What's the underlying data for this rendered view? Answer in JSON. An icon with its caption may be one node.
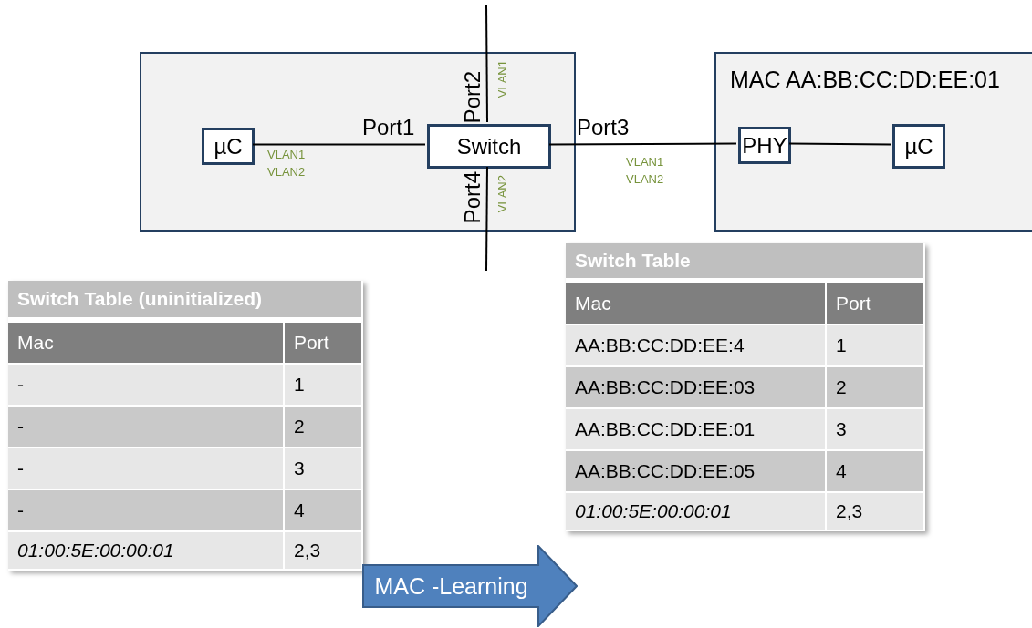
{
  "diagram": {
    "nodes": [
      {
        "text": [],
        "shape": "box"
      },
      {
        "text": [
          "µC"
        ],
        "in": 0
      },
      {
        "text": [
          "Switch"
        ],
        "in": 0
      },
      {
        "text": [
          "MAC AA:BB:CC:DD:EE:01"
        ]
      },
      {
        "text": [
          "PHY"
        ],
        "in": 3
      },
      {
        "text": [
          "µC"
        ],
        "in": 3
      },
      {
        "text": [
          "MAC -Learning"
        ]
      }
    ],
    "edges": [
      {
        "from": 1,
        "to": 2,
        "arrow": "none",
        "label": "VLAN1 VLAN2"
      },
      {
        "from": 2,
        "to": null,
        "arrow": "none",
        "label": "VLAN1"
      },
      {
        "from": 2,
        "to": 4,
        "arrow": "none",
        "label": "VLAN1 VLAN2"
      },
      {
        "from": 2,
        "to": null,
        "arrow": "none",
        "label": "VLAN2"
      },
      {
        "from": 4,
        "to": 5,
        "arrow": "none"
      }
    ],
    "labels": [
      "Port2",
      "Port1",
      "Port3",
      "Port4",
      "Switch Table",
      "Mac",
      "Port",
      "AA:BB:CC:DD:EE:4",
      "1",
      "AA:BB:CC:DD:EE:03",
      "2",
      "AA:BB:CC:DD:EE:01",
      "3",
      "AA:BB:CC:DD:EE:05",
      "4",
      "01:00:5E:00:00:01",
      "2,3",
      "Switch Table (uninitialized)",
      "Mac",
      "Port",
      "-",
      "1",
      "-",
      "2",
      "-",
      "3",
      "-",
      "4",
      "01:00:5E:00:00:01",
      "2,3"
    ]
  }
}
